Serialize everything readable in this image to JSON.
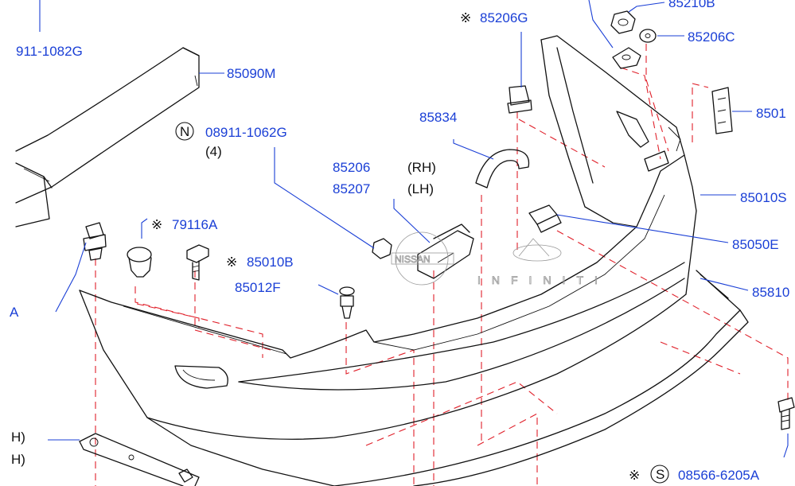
{
  "labels": {
    "p_911_1082g": "911-1082G",
    "p_85090m": "85090M",
    "p_08911_1062g": "08911-1062G",
    "qty_4": "(4)",
    "n_symbol": "N",
    "p_85206g": "85206G",
    "p_85210b": "85210B",
    "p_85206c": "85206C",
    "p_8501_right": "8501",
    "p_85834": "85834",
    "p_85206": "85206",
    "p_85207": "85207",
    "rh": "(RH)",
    "lh": "(LH)",
    "p_79116a": "79116A",
    "p_85010b": "85010B",
    "p_85012f": "85012F",
    "p_85010s": "85010S",
    "p_85050e": "85050E",
    "p_85810": "85810",
    "p_08566_6205a": "08566-6205A",
    "s_symbol": "S",
    "cut_a": "A",
    "cut_h1": "H)",
    "cut_h2": "H)",
    "star": "※"
  },
  "watermark": {
    "nissan": "NISSAN",
    "infiniti": "INFINITI"
  },
  "colors": {
    "part_number": "#1a3fd6",
    "leader_line": "#1a3fd6",
    "assembly_dash": "#e0202a",
    "outline": "#111111",
    "watermark": "#9a9a9a"
  }
}
